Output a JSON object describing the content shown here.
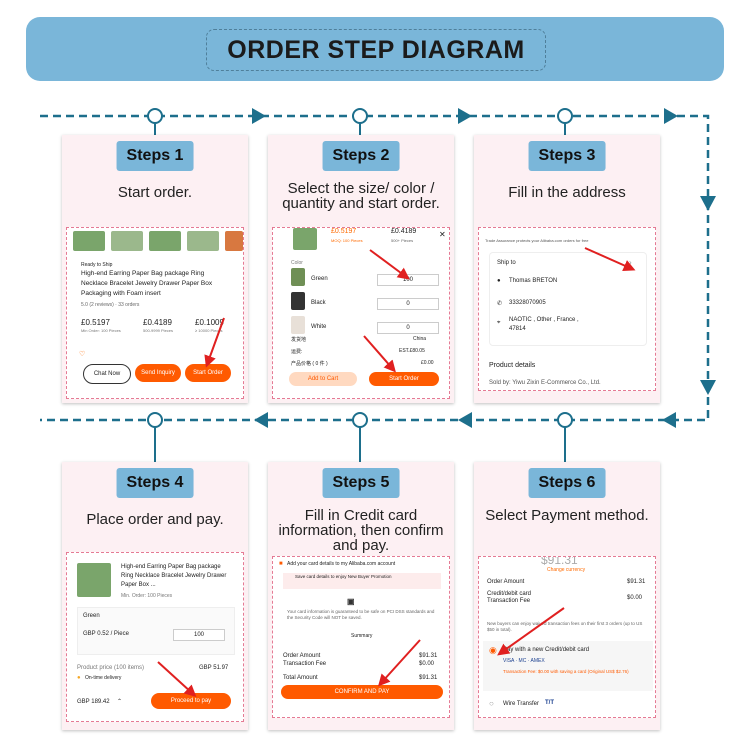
{
  "header": {
    "title": "ORDER STEP DIAGRAM"
  },
  "colors": {
    "accent": "#7ab6d9",
    "flow": "#1d6f8c",
    "brand_orange": "#ff5a00",
    "card_bg": "#fdf0f3",
    "arrow_red": "#e02020"
  },
  "steps": [
    {
      "badge": "Steps 1",
      "desc": "Start order.",
      "shot": {
        "ready": "Ready to Ship",
        "product": "High-end Earring Paper Bag package Ring Necklace Bracelet Jewelry Drawer Paper Box Packaging with Foam insert",
        "rating": "5.0 (2 reviews) · 33 orders",
        "prices": [
          {
            "price": "£0.5197",
            "note": "Min Order: 100 Pieces"
          },
          {
            "price": "£0.4189",
            "note": "500-9999 Pieces"
          },
          {
            "price": "£0.1009",
            "note": "≥ 10000 Pieces"
          }
        ],
        "chat": "Chat Now",
        "inquiry": "Send Inquiry",
        "start": "Start Order"
      }
    },
    {
      "badge": "Steps 2",
      "desc": "Select the size/ color / quantity and start order.",
      "shot": {
        "price1": "£0.5197",
        "moq1": "MOQ: 100 Pieces",
        "price2": "£0.4189",
        "moq2": "500+ Pieces",
        "color_label": "Color",
        "colors": [
          {
            "name": "Green",
            "qty": "100"
          },
          {
            "name": "Black",
            "qty": "0"
          },
          {
            "name": "White",
            "qty": "0"
          }
        ],
        "ship_from": "发货地",
        "ship_from_val": "China",
        "freight": "运费:",
        "freight_val": "EST.£80.05",
        "subtotal": "产品价格 ( 0 件 )",
        "subtotal_val": "£0.00",
        "add_cart": "Add to Cart",
        "start": "Start Order"
      }
    },
    {
      "badge": "Steps 3",
      "desc": "Fill in the address",
      "shot": {
        "notice": "Trade Assurance protects your Alibaba.com orders for free",
        "ship_to": "Ship to",
        "name": "Thomas BRETON",
        "phone": "33328070905",
        "address": "NAOTIC , Other , France , 47814",
        "details": "Product details",
        "sold_by": "Sold by: Yiwu Zixin E-Commerce Co., Ltd."
      }
    },
    {
      "badge": "Steps 4",
      "desc": "Place order and pay.",
      "shot": {
        "product": "High-end Earring Paper Bag package Ring Necklace Bracelet Jewelry Drawer Paper Box ...",
        "moq": "Min. Order: 100 Pieces",
        "variant": "Green",
        "unit": "GBP 0.52 / Piece",
        "qty": "100",
        "product_price": "Product price (100 items)",
        "product_price_val": "GBP 51.97",
        "delivery": "On-time delivery",
        "total": "GBP 189.42",
        "pay": "Proceed to pay"
      }
    },
    {
      "badge": "Steps 5",
      "desc": "Fill in Credit card information, then confirm and pay.",
      "shot": {
        "add_card": "Add your card details to my Alibaba.com account",
        "save_card": "Save card details to enjoy New Buyer Promotion",
        "secure": "Your card information is guaranteed to be safe on PCI DSS standards and the Security Code will NOT be saved.",
        "summary": "Summary",
        "order_amount": "Order Amount",
        "order_amount_val": "$91.31",
        "fee": "Transaction Fee",
        "fee_val": "$0.00",
        "total": "Total Amount",
        "total_val": "$91.31",
        "confirm": "CONFIRM AND PAY"
      }
    },
    {
      "badge": "Steps 6",
      "desc": "Select Payment method.",
      "shot": {
        "amount": "$91.31",
        "change": "Change currency",
        "order_amount": "Order Amount",
        "order_amount_val": "$91.31",
        "card_fee": "Credit/debit card Transaction Fee",
        "card_fee_val": "$0.00",
        "waived": "New buyers can enjoy waived transaction fees on their first 3 orders (up to US $50 in total).",
        "pay_new": "Pay with a new Credit/debit card",
        "card_brands": "VISA · MC · AMEX",
        "fee_note": "Transaction Fee: $0.00 with saving a card (Original US$ $2.76)",
        "wire": "Wire Transfer",
        "tt": "T/T"
      }
    }
  ]
}
